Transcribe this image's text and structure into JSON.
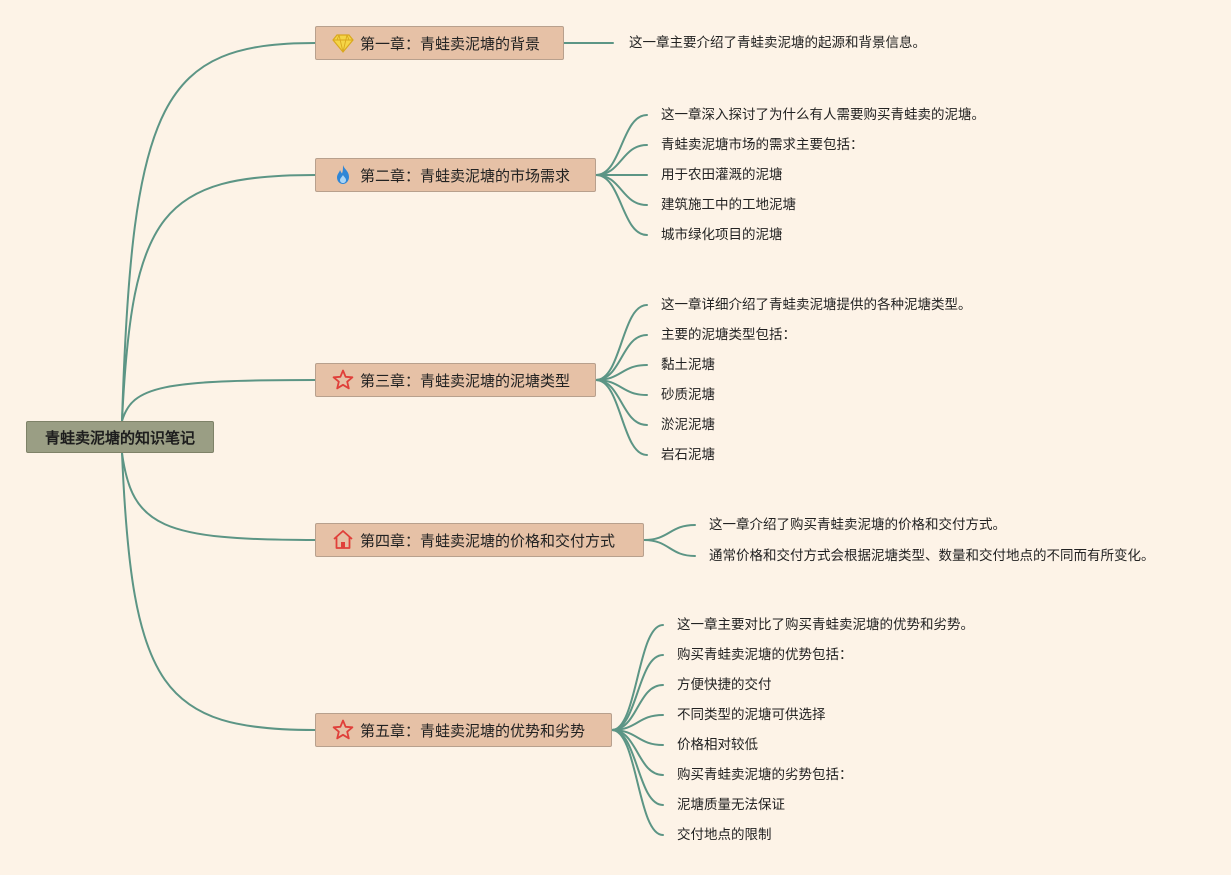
{
  "root": {
    "label": "青蛙卖泥塘的知识笔记"
  },
  "colors": {
    "background": "#fdf3e7",
    "branch": "#5c9585",
    "root_fill": "#9a9e84",
    "chapter_fill": "#e6c1a6"
  },
  "chapters": [
    {
      "icon": "diamond-icon",
      "label": "第一章：青蛙卖泥塘的背景",
      "notes": [
        "这一章主要介绍了青蛙卖泥塘的起源和背景信息。"
      ]
    },
    {
      "icon": "flame-icon",
      "label": "第二章：青蛙卖泥塘的市场需求",
      "notes": [
        "这一章深入探讨了为什么有人需要购买青蛙卖的泥塘。",
        "青蛙卖泥塘市场的需求主要包括：",
        "用于农田灌溉的泥塘",
        "建筑施工中的工地泥塘",
        "城市绿化项目的泥塘"
      ]
    },
    {
      "icon": "star-icon",
      "label": "第三章：青蛙卖泥塘的泥塘类型",
      "notes": [
        "这一章详细介绍了青蛙卖泥塘提供的各种泥塘类型。",
        "主要的泥塘类型包括：",
        "黏土泥塘",
        "砂质泥塘",
        "淤泥泥塘",
        "岩石泥塘"
      ]
    },
    {
      "icon": "home-icon",
      "label": "第四章：青蛙卖泥塘的价格和交付方式",
      "notes": [
        "这一章介绍了购买青蛙卖泥塘的价格和交付方式。",
        "通常价格和交付方式会根据泥塘类型、数量和交付地点的不同而有所变化。"
      ]
    },
    {
      "icon": "star-icon",
      "label": "第五章：青蛙卖泥塘的优势和劣势",
      "notes": [
        "这一章主要对比了购买青蛙卖泥塘的优势和劣势。",
        "购买青蛙卖泥塘的优势包括：",
        "方便快捷的交付",
        "不同类型的泥塘可供选择",
        "价格相对较低",
        "购买青蛙卖泥塘的劣势包括：",
        "泥塘质量无法保证",
        "交付地点的限制"
      ]
    }
  ]
}
